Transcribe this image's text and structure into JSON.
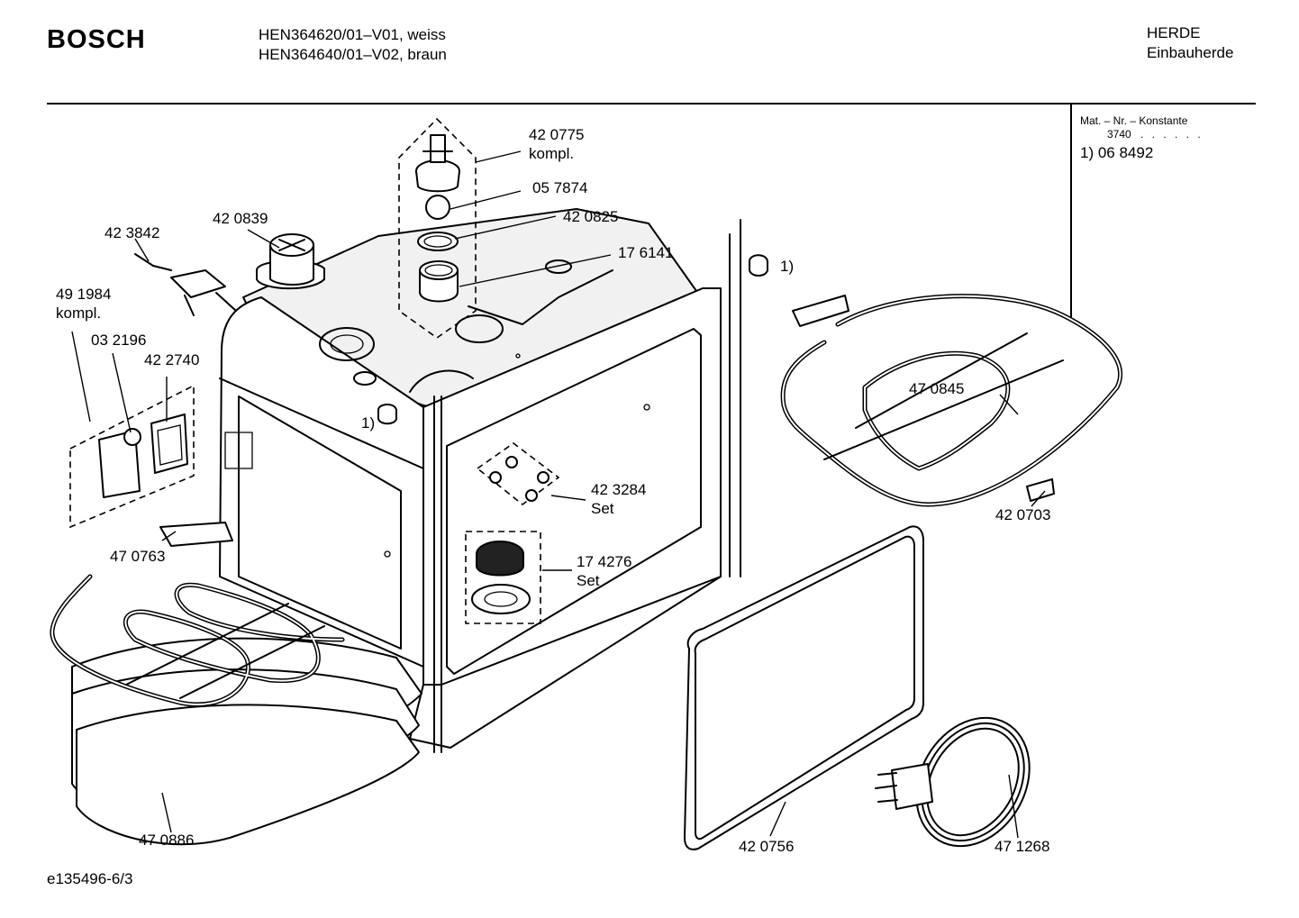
{
  "header": {
    "brand": "BOSCH",
    "model_line_1": "HEN364620/01–V01, weiss",
    "model_line_2": "HEN364640/01–V02, braun",
    "category_1": "HERDE",
    "category_2": "Einbauherde"
  },
  "material_box": {
    "title": "Mat. – Nr. – Konstante",
    "code": "3740",
    "dots": ". . . . . .",
    "footnote": "1) 06 8492"
  },
  "parts": [
    {
      "id": "p-420775",
      "number": "42 0775",
      "sub": "kompl."
    },
    {
      "id": "p-057874",
      "number": "05 7874",
      "sub": ""
    },
    {
      "id": "p-420825",
      "number": "42 0825",
      "sub": ""
    },
    {
      "id": "p-176141",
      "number": "17 6141",
      "sub": ""
    },
    {
      "id": "p-420839",
      "number": "42 0839",
      "sub": ""
    },
    {
      "id": "p-423842",
      "number": "42 3842",
      "sub": ""
    },
    {
      "id": "p-491984",
      "number": "49 1984",
      "sub": "kompl."
    },
    {
      "id": "p-032196",
      "number": "03 2196",
      "sub": ""
    },
    {
      "id": "p-422740",
      "number": "42 2740",
      "sub": ""
    },
    {
      "id": "p-470845",
      "number": "47 0845",
      "sub": ""
    },
    {
      "id": "p-420703",
      "number": "42 0703",
      "sub": ""
    },
    {
      "id": "p-423284",
      "number": "42 3284",
      "sub": "Set"
    },
    {
      "id": "p-174276",
      "number": "17 4276",
      "sub": "Set"
    },
    {
      "id": "p-470763",
      "number": "47 0763",
      "sub": ""
    },
    {
      "id": "p-470886",
      "number": "47 0886",
      "sub": ""
    },
    {
      "id": "p-420756",
      "number": "42 0756",
      "sub": ""
    },
    {
      "id": "p-471268",
      "number": "47 1268",
      "sub": ""
    }
  ],
  "footnote_marks": {
    "right": "1)",
    "left": "1)"
  },
  "footer": {
    "drawing_id": "e135496-6/3"
  }
}
